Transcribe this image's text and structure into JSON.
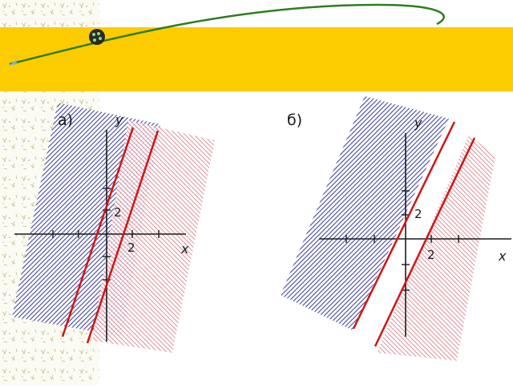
{
  "colors": {
    "banner": "#fdcc00",
    "arc": "#2e7d1e",
    "left_strip_pattern": "#c9c9a0",
    "blue_hatch": "#3b3f9e",
    "red_hatch": "#d05a6a",
    "boundary_line": "#d01515",
    "axis": "#1a1a1a"
  },
  "icons": [
    "bullet-ball-icon"
  ],
  "panels": [
    {
      "label": "а)",
      "x_axis_label": "x",
      "y_axis_label": "y",
      "x_tick_label": "2",
      "y_tick_label": "2"
    },
    {
      "label": "б)",
      "x_axis_label": "x",
      "y_axis_label": "y",
      "x_tick_label": "2",
      "y_tick_label": "2"
    }
  ]
}
